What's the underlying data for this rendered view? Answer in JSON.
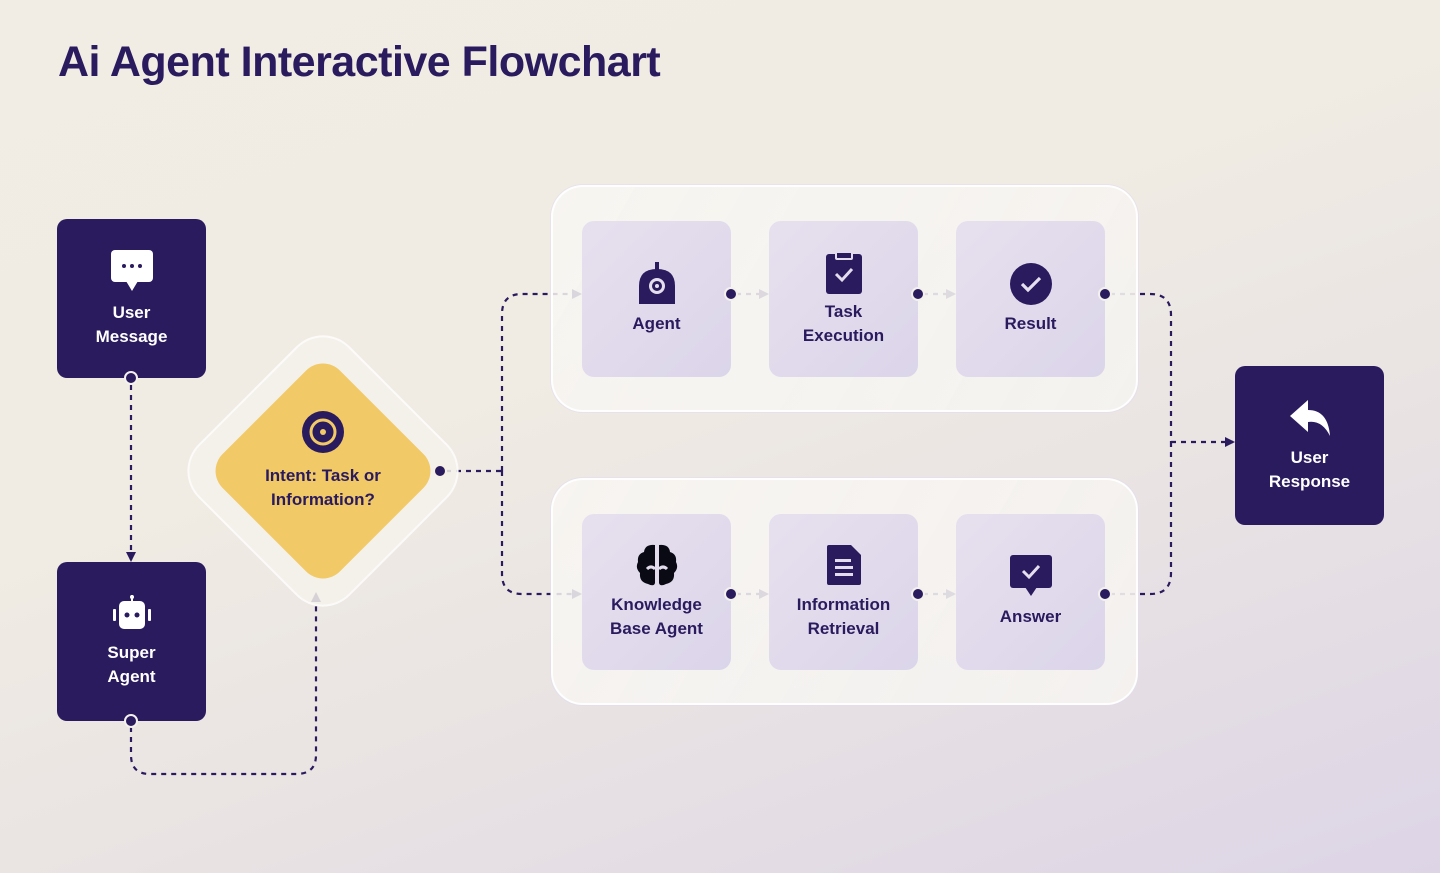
{
  "title": "Ai Agent Interactive Flowchart",
  "colors": {
    "primary": "#2a1a5e",
    "decision": "#f1c966",
    "node_light": "#e2dcec",
    "background": "#f1ede4"
  },
  "nodes": {
    "user_message": {
      "label": "User\nMessage",
      "icon": "chat-bubble-icon"
    },
    "super_agent": {
      "label": "Super\nAgent",
      "icon": "robot-icon"
    },
    "intent": {
      "label": "Intent: Task or\nInformation?",
      "icon": "target-icon"
    },
    "agent": {
      "label": "Agent",
      "icon": "webcam-agent-icon"
    },
    "task_execution": {
      "label": "Task\nExecution",
      "icon": "clipboard-check-icon"
    },
    "result": {
      "label": "Result",
      "icon": "check-circle-icon"
    },
    "knowledge_base_agent": {
      "label": "Knowledge\nBase Agent",
      "icon": "brain-icon"
    },
    "information_retrieval": {
      "label": "Information\nRetrieval",
      "icon": "document-icon"
    },
    "answer": {
      "label": "Answer",
      "icon": "message-check-icon"
    },
    "user_response": {
      "label": "User\nResponse",
      "icon": "reply-icon"
    }
  },
  "edges": [
    {
      "from": "User Message",
      "to": "Super Agent"
    },
    {
      "from": "Super Agent",
      "to": "Intent: Task or Information?"
    },
    {
      "from": "Intent: Task or Information?",
      "to": "Agent"
    },
    {
      "from": "Intent: Task or Information?",
      "to": "Knowledge Base Agent"
    },
    {
      "from": "Agent",
      "to": "Task Execution"
    },
    {
      "from": "Task Execution",
      "to": "Result"
    },
    {
      "from": "Knowledge Base Agent",
      "to": "Information Retrieval"
    },
    {
      "from": "Information Retrieval",
      "to": "Answer"
    },
    {
      "from": "Result",
      "to": "User Response"
    },
    {
      "from": "Answer",
      "to": "User Response"
    }
  ]
}
